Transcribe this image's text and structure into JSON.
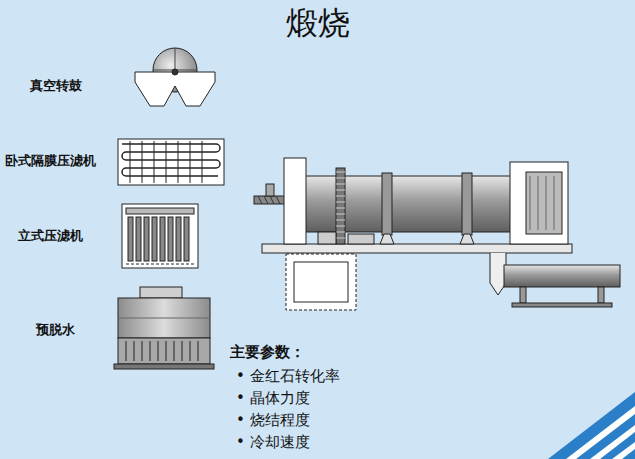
{
  "diagram": {
    "title": "煅烧",
    "labels": [
      "真空转鼓",
      "卧式隔膜压滤机",
      "立式压滤机",
      "预脱水",
      "主要参数：",
      "• 金红石转化率",
      "• 晶体力度",
      "• 烧结程度",
      "• 冷却速度"
    ]
  }
}
